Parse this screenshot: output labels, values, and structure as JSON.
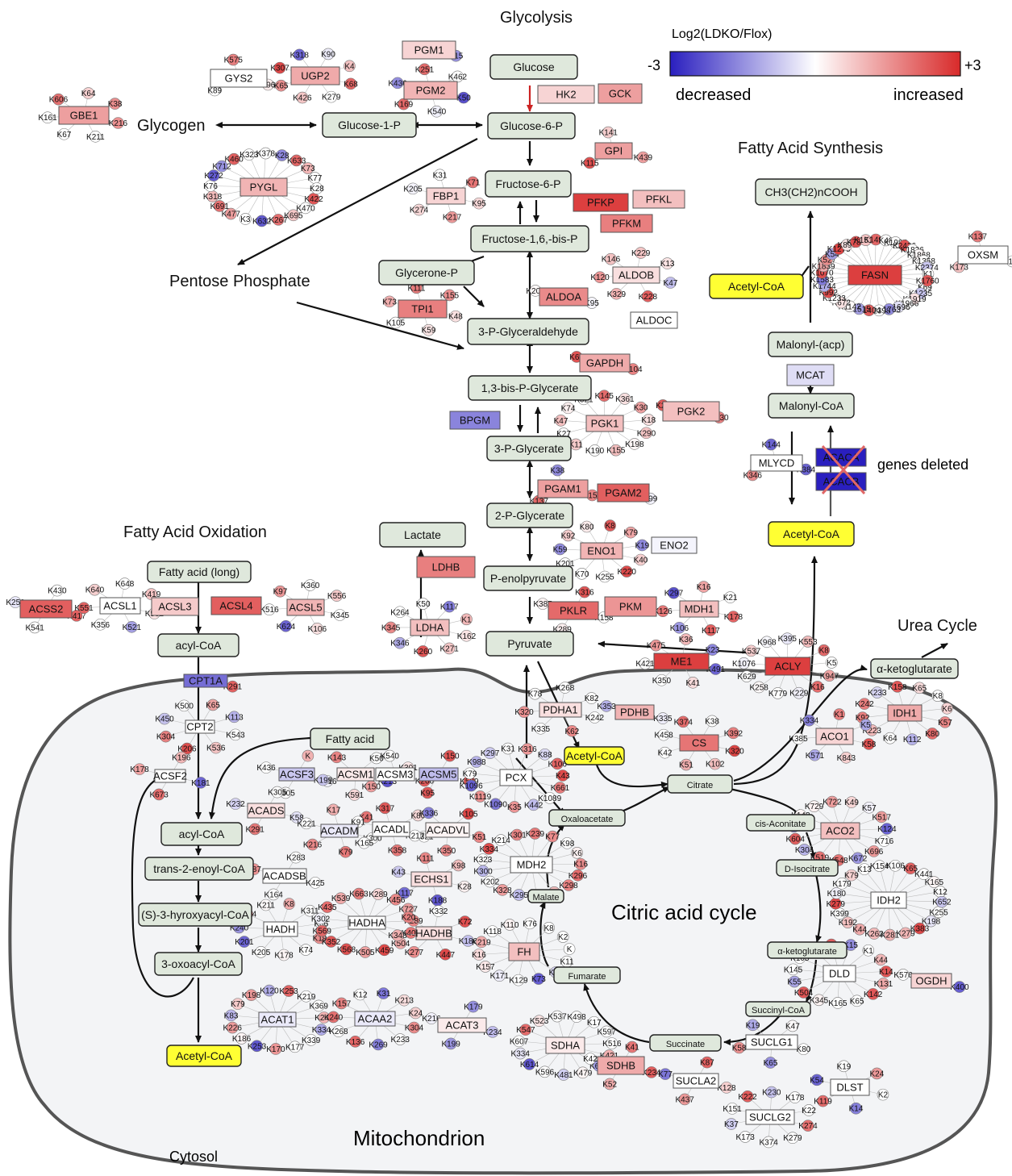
{
  "colors": {
    "decreased": "#2a1fbf",
    "neutral": "#ffffff",
    "increased": "#d82a2a",
    "metabolite": "#dfe8dc",
    "highlight": "#ffff33",
    "mito": "#f3f4f6"
  },
  "legend": {
    "title": "Log2(LDKO/Flox)",
    "min_label": "-3",
    "max_label": "+3",
    "low_text": "decreased",
    "high_text": "increased"
  },
  "sections": {
    "glycolysis": "Glycolysis",
    "glycogen": "Glycogen",
    "pentose": "Pentose Phosphate",
    "fas": "Fatty Acid Synthesis",
    "fao": "Fatty Acid Oxidation",
    "urea": "Urea Cycle",
    "tca": "Citric acid cycle",
    "mito": "Mitochondrion",
    "cytosol": "Cytosol",
    "deleted": "genes deleted"
  },
  "metabolites": {
    "glucose": "Glucose",
    "g6p": "Glucose-6-P",
    "g1p": "Glucose-1-P",
    "f6p": "Fructose-6-P",
    "f16bp": "Fructose-1,6,-bis-P",
    "glycerone": "Glycerone-P",
    "gap": "3-P-Glyceraldehyde",
    "bpg": "1,3-bis-P-Glycerate",
    "pg3": "3-P-Glycerate",
    "pg2": "2-P-Glycerate",
    "pep": "P-enolpyruvate",
    "pyruvate": "Pyruvate",
    "lactate": "Lactate",
    "fatty_acid_out": "CH3(CH2)nCOOH",
    "acetyl_coa_fas": "Acetyl-CoA",
    "malonyl_acp": "Malonyl-(acp)",
    "malonyl_coa": "Malonyl-CoA",
    "acetyl_coa_cyto": "Acetyl-CoA",
    "fatty_acid_long": "Fatty acid (long)",
    "acyl_coa_cyto": "acyl-CoA",
    "akg_cyto": "α-ketoglutarate",
    "fatty_acid_mito": "Fatty acid",
    "acyl_coa_mito": "acyl-CoA",
    "trans_enoyl": "trans-2-enoyl-CoA",
    "hydroxyacyl": "(S)-3-hyroxyacyl-CoA",
    "oxoacyl": "3-oxoacyl-CoA",
    "acetyl_coa_mito_fao": "Acetyl-CoA",
    "acetyl_coa_mito_tca": "Acetyl-CoA",
    "citrate": "Citrate",
    "oxaloacetate": "Oxaloacetate",
    "cis_aconitate": "cis-Aconitate",
    "d_isocitrate": "D-Isocitrate",
    "akg_mito": "α-ketoglutarate",
    "succinyl_coa": "Succinyl-CoA",
    "succinate": "Succinate",
    "fumarate": "Fumarate",
    "malate": "Malate"
  },
  "enzymes": [
    {
      "id": "hk2",
      "label": "HK2",
      "level": 0.2
    },
    {
      "id": "gck",
      "label": "GCK",
      "level": 0.45
    },
    {
      "id": "pgm1",
      "label": "PGM1",
      "level": 0.2
    },
    {
      "id": "pgm2",
      "label": "PGM2",
      "level": 0.35
    },
    {
      "id": "gys2",
      "label": "GYS2",
      "level": 0
    },
    {
      "id": "ugp2",
      "label": "UGP2",
      "level": 0.4
    },
    {
      "id": "gbe1",
      "label": "GBE1",
      "level": 0.45
    },
    {
      "id": "pygl",
      "label": "PYGL",
      "level": 0.35
    },
    {
      "id": "gpi",
      "label": "GPI",
      "level": 0.45
    },
    {
      "id": "fbp1",
      "label": "FBP1",
      "level": 0.2
    },
    {
      "id": "pfkp",
      "label": "PFKP",
      "level": 0.9
    },
    {
      "id": "pfkl",
      "label": "PFKL",
      "level": 0.3
    },
    {
      "id": "pfkm",
      "label": "PFKM",
      "level": 0.6
    },
    {
      "id": "aldob",
      "label": "ALDOB",
      "level": 0.15
    },
    {
      "id": "aldoa",
      "label": "ALDOA",
      "level": 0.55
    },
    {
      "id": "aldoc",
      "label": "ALDOC",
      "level": 0
    },
    {
      "id": "tpi1",
      "label": "TPI1",
      "level": 0.6
    },
    {
      "id": "gapdh",
      "label": "GAPDH",
      "level": 0.4
    },
    {
      "id": "bpgm",
      "label": "BPGM",
      "level": -0.55
    },
    {
      "id": "pgk1",
      "label": "PGK1",
      "level": 0.3
    },
    {
      "id": "pgk2",
      "label": "PGK2",
      "level": 0.3
    },
    {
      "id": "pgam1",
      "label": "PGAM1",
      "level": 0.45
    },
    {
      "id": "pgam2",
      "label": "PGAM2",
      "level": 0.75
    },
    {
      "id": "eno1",
      "label": "ENO1",
      "level": 0.35
    },
    {
      "id": "eno2",
      "label": "ENO2",
      "level": -0.05
    },
    {
      "id": "ldhb",
      "label": "LDHB",
      "level": 0.6
    },
    {
      "id": "ldha",
      "label": "LDHA",
      "level": 0.3
    },
    {
      "id": "pklr",
      "label": "PKLR",
      "level": 0.7
    },
    {
      "id": "pkm",
      "label": "PKM",
      "level": 0.5
    },
    {
      "id": "mdh1",
      "label": "MDH1",
      "level": 0.3
    },
    {
      "id": "me1",
      "label": "ME1",
      "level": 0.9
    },
    {
      "id": "acly",
      "label": "ACLY",
      "level": 0.9
    },
    {
      "id": "fasn",
      "label": "FASN",
      "level": 0.9
    },
    {
      "id": "oxsm",
      "label": "OXSM",
      "level": 0
    },
    {
      "id": "mcat",
      "label": "MCAT",
      "level": -0.15
    },
    {
      "id": "mlycd",
      "label": "MLYCD",
      "level": 0
    },
    {
      "id": "acaca",
      "label": "ACACA",
      "level": -1
    },
    {
      "id": "acacb",
      "label": "ACACB",
      "level": -1
    },
    {
      "id": "acss2",
      "label": "ACSS2",
      "level": 0.75
    },
    {
      "id": "acsl1",
      "label": "ACSL1",
      "level": 0
    },
    {
      "id": "acsl3",
      "label": "ACSL3",
      "level": 0.25
    },
    {
      "id": "acsl4",
      "label": "ACSL4",
      "level": 0.75
    },
    {
      "id": "acsl5",
      "label": "ACSL5",
      "level": 0.35
    },
    {
      "id": "cpt1a",
      "label": "CPT1A",
      "level": -0.65
    },
    {
      "id": "cpt2",
      "label": "CPT2",
      "level": 0
    },
    {
      "id": "acsf2",
      "label": "ACSF2",
      "level": 0
    },
    {
      "id": "acsf3",
      "label": "ACSF3",
      "level": -0.25
    },
    {
      "id": "acsm1",
      "label": "ACSM1",
      "level": 0.1
    },
    {
      "id": "acsm3",
      "label": "ACSM3",
      "level": 0
    },
    {
      "id": "acsm5",
      "label": "ACSM5",
      "level": -0.3
    },
    {
      "id": "acads",
      "label": "ACADS",
      "level": 0.15
    },
    {
      "id": "acadm",
      "label": "ACADM",
      "level": -0.1
    },
    {
      "id": "acadl",
      "label": "ACADL",
      "level": 0
    },
    {
      "id": "acadvl",
      "label": "ACADVL",
      "level": 0.05
    },
    {
      "id": "acadsb",
      "label": "ACADSB",
      "level": 0
    },
    {
      "id": "echs1",
      "label": "ECHS1",
      "level": 0.15
    },
    {
      "id": "hadh",
      "label": "HADH",
      "level": 0
    },
    {
      "id": "hadha",
      "label": "HADHA",
      "level": 0
    },
    {
      "id": "hadhb",
      "label": "HADHB",
      "level": 0.15
    },
    {
      "id": "acat1",
      "label": "ACAT1",
      "level": -0.1
    },
    {
      "id": "acaa2",
      "label": "ACAA2",
      "level": -0.1
    },
    {
      "id": "acat3",
      "label": "ACAT3",
      "level": 0.1
    },
    {
      "id": "pdha1",
      "label": "PDHA1",
      "level": 0.15
    },
    {
      "id": "pdhb",
      "label": "PDHB",
      "level": 0.35
    },
    {
      "id": "pcx",
      "label": "PCX",
      "level": 0
    },
    {
      "id": "cs",
      "label": "CS",
      "level": 0.65
    },
    {
      "id": "idh1",
      "label": "IDH1",
      "level": 0.4
    },
    {
      "id": "aco1",
      "label": "ACO1",
      "level": 0.2
    },
    {
      "id": "aco2",
      "label": "ACO2",
      "level": 0.3
    },
    {
      "id": "idh2",
      "label": "IDH2",
      "level": 0
    },
    {
      "id": "mdh2",
      "label": "MDH2",
      "level": 0
    },
    {
      "id": "fh",
      "label": "FH",
      "level": 0.3
    },
    {
      "id": "sdha",
      "label": "SDHA",
      "level": 0.1
    },
    {
      "id": "sdhb",
      "label": "SDHB",
      "level": 0.4
    },
    {
      "id": "sucla2",
      "label": "SUCLA2",
      "level": 0
    },
    {
      "id": "suclg1",
      "label": "SUCLG1",
      "level": 0
    },
    {
      "id": "suclg2",
      "label": "SUCLG2",
      "level": 0
    },
    {
      "id": "dld",
      "label": "DLD",
      "level": 0
    },
    {
      "id": "dlst",
      "label": "DLST",
      "level": 0
    },
    {
      "id": "ogdh",
      "label": "OGDH",
      "level": 0.2
    }
  ],
  "sites": {
    "pgm1": [
      "K15"
    ],
    "gys2": [
      "K96",
      "K89",
      "K575"
    ],
    "ugp2": [
      "K68",
      "K279",
      "K426",
      "K65",
      "K307",
      "K318",
      "K90",
      "K4"
    ],
    "pgm2": [
      "K50",
      "K540",
      "K169",
      "K436",
      "K251",
      "K462"
    ],
    "gbe1": [
      "K216",
      "K211",
      "K67",
      "K161",
      "K606",
      "K64",
      "K38"
    ],
    "pygl": [
      "K422",
      "K470",
      "K695",
      "K267",
      "K632",
      "K3",
      "K477",
      "K691",
      "K318",
      "K76",
      "K272",
      "K712",
      "K460",
      "K323",
      "K378",
      "K28",
      "K633",
      "K73",
      "K77",
      "K28"
    ],
    "gpi": [
      "K439",
      "K115",
      "K141"
    ],
    "fbp1": [
      "K95",
      "K217",
      "K274",
      "K205",
      "K31",
      "K71"
    ],
    "aldob": [
      "K47",
      "K228",
      "K329",
      "K120",
      "K146",
      "K229",
      "K13"
    ],
    "aldoa": [
      "K95",
      "K200"
    ],
    "tpi1": [
      "K48",
      "K59",
      "K105",
      "K73",
      "K111",
      "K155"
    ],
    "gapdh": [
      "K104",
      "K69"
    ],
    "pgk1": [
      "K290",
      "K198",
      "K155",
      "K190",
      "K11",
      "K27",
      "K47",
      "K74",
      "K321",
      "K145",
      "K361",
      "K30",
      "K18"
    ],
    "pgk2": [
      "K130",
      "K29"
    ],
    "pgam1": [
      "K156",
      "K137",
      "K38"
    ],
    "pgam2": [
      "K99"
    ],
    "eno1": [
      "K40",
      "K220",
      "K255",
      "K70",
      "K201",
      "K59",
      "K92",
      "K80",
      "K8",
      "K79",
      "K19"
    ],
    "ldha": [
      "K162",
      "K271",
      "K260",
      "K346",
      "K345",
      "K264",
      "K50",
      "K117",
      "K1"
    ],
    "pklr": [
      "K158",
      "K289",
      "K387",
      "K316"
    ],
    "mdh1": [
      "K178",
      "K117",
      "K106",
      "K126",
      "K297",
      "K16",
      "K21"
    ],
    "me1": [
      "K491",
      "K41",
      "K350",
      "K421",
      "K475",
      "K36",
      "K23"
    ],
    "acly": [
      "K947",
      "K16",
      "K229",
      "K779",
      "K258",
      "K629",
      "K1076",
      "K537",
      "K968",
      "K395",
      "K553",
      "K8",
      "K5"
    ],
    "fasn": [
      "K69",
      "K1235",
      "K1919",
      "K1966",
      "K1696",
      "K1763",
      "K2398",
      "K1404",
      "K1515",
      "K1142",
      "K672",
      "K1233",
      "K992",
      "K1744",
      "K1583",
      "K1070",
      "K1839",
      "K527",
      "K54",
      "K1275",
      "K896",
      "K785",
      "K1517",
      "K1490",
      "K48",
      "K1985",
      "K2426",
      "K1826",
      "K1868",
      "K1358",
      "K2374",
      "K1",
      "K1760"
    ],
    "oxsm": [
      "K108",
      "K173",
      "K137"
    ],
    "mlycd": [
      "K384",
      "K346",
      "K144"
    ],
    "acss2": [
      "K417",
      "K541",
      "K250",
      "K430"
    ],
    "acsl1": [
      "K532",
      "K521",
      "K356",
      "K551",
      "K640",
      "K648",
      "K419"
    ],
    "acsl5": [
      "K345",
      "K106",
      "K624",
      "K516",
      "K97",
      "K360",
      "K556"
    ],
    "cpt1a": [
      "K291"
    ],
    "cpt2": [
      "K543",
      "K536",
      "K206",
      "K304",
      "K450",
      "K500",
      "K65",
      "K113"
    ],
    "acsf2": [
      "K181",
      "K673",
      "K178",
      "K196"
    ],
    "acsf3": [
      "K416",
      "K305",
      "K436",
      "K"
    ],
    "acsm1": [
      "K213",
      "K591",
      "K199",
      "K143",
      "K50"
    ],
    "acsm3": [
      "K206",
      "K150",
      "K540"
    ],
    "acsm5": [
      "K539",
      "K95",
      "K301",
      "K150"
    ],
    "acads": [
      "K58",
      "K291",
      "K232",
      "K305"
    ],
    "acadm": [
      "K300",
      "K79",
      "K216",
      "K221",
      "K17",
      "K41"
    ],
    "acadl": [
      "K321",
      "K358",
      "K165",
      "K91",
      "K317",
      "K80"
    ],
    "acadvl": [
      "K51",
      "K350",
      "K217",
      "K336",
      "K105"
    ],
    "acadsb": [
      "K425",
      "K164",
      "K87",
      "K283"
    ],
    "echs1": [
      "K28",
      "K188",
      "K117",
      "K43",
      "K111",
      "K98"
    ],
    "hadh": [
      "K19",
      "K74",
      "K178",
      "K205",
      "K201",
      "K240",
      "K184",
      "K211",
      "K8",
      "K311",
      "K86"
    ],
    "hadha": [
      "K405",
      "K504",
      "K459",
      "K505",
      "K568",
      "K352",
      "K569",
      "K302",
      "K435",
      "K539",
      "K663",
      "K289",
      "K456",
      "K727",
      "K289"
    ],
    "hadhb": [
      "K186",
      "K447",
      "K277",
      "K348",
      "K20",
      "K332",
      "K72"
    ],
    "acat1": [
      "K334",
      "K339",
      "K177",
      "K170",
      "K253",
      "K186",
      "K226",
      "K83",
      "K79",
      "K198",
      "K120",
      "K253",
      "K219",
      "K369",
      "K241"
    ],
    "acaa2": [
      "K304",
      "K233",
      "K269",
      "K136",
      "K268",
      "K240",
      "K157",
      "K12",
      "K31",
      "K213",
      "K24"
    ],
    "acat3": [
      "K234",
      "K199",
      "K216",
      "K179"
    ],
    "pdha1": [
      "K242",
      "K62",
      "K335",
      "K320",
      "K78",
      "K268",
      "K82"
    ],
    "pdhb": [
      "K335",
      "K353"
    ],
    "pcx": [
      "K661",
      "K1089",
      "K442",
      "K35",
      "K1090",
      "K1119",
      "K1096",
      "K79",
      "K988",
      "K297",
      "K31",
      "K316",
      "K88",
      "K106",
      "K43"
    ],
    "cs": [
      "K320",
      "K102",
      "K51",
      "K42",
      "K458",
      "K374",
      "K38",
      "K392"
    ],
    "idh1": [
      "K57",
      "K80",
      "K112",
      "K64",
      "K223",
      "K92",
      "K242",
      "K233",
      "K158",
      "K65",
      "K8",
      "K6"
    ],
    "aco1": [
      "K58",
      "K843",
      "K571",
      "K385",
      "K334",
      "K1",
      "K5"
    ],
    "aco2": [
      "K716",
      "K696",
      "K672",
      "K548",
      "K519",
      "K304",
      "K604",
      "K731",
      "K143",
      "K729",
      "K722",
      "K49",
      "K57",
      "K517",
      "K124"
    ],
    "idh2": [
      "K255",
      "K198",
      "K383",
      "K279",
      "K281",
      "K262",
      "K44",
      "K192",
      "K399",
      "K279",
      "K180",
      "K179",
      "K79",
      "K13",
      "K154",
      "K106",
      "K65",
      "K441",
      "K165",
      "K12",
      "K652"
    ],
    "mdh2": [
      "K296",
      "K298",
      "K313",
      "K184",
      "K295",
      "K328",
      "K202",
      "K300",
      "K323",
      "K334",
      "K214",
      "K301",
      "K239",
      "K77",
      "K98",
      "K6",
      "K16"
    ],
    "fh": [
      "K11",
      "K36",
      "K73",
      "K129",
      "K171",
      "K157",
      "K16",
      "K219",
      "K118",
      "K110",
      "K76",
      "K8",
      "K2",
      "K"
    ],
    "sdha": [
      "K421",
      "K632",
      "K479",
      "K481",
      "K596",
      "K614",
      "K334",
      "K607",
      "K547",
      "K523",
      "K537",
      "K498",
      "K17",
      "K597",
      "K516"
    ],
    "sdhb": [
      "K234",
      "K52",
      "K42",
      "K41"
    ],
    "sucla2": [
      "K128",
      "K437",
      "K77",
      "K87"
    ],
    "suclg1": [
      "K80",
      "K65",
      "K58",
      "K19",
      "K47"
    ],
    "suclg2": [
      "K274",
      "K279",
      "K374",
      "K173",
      "K37",
      "K151",
      "K222",
      "K230",
      "K178",
      "K22"
    ],
    "dld": [
      "K131",
      "K142",
      "K65",
      "K165",
      "K345",
      "K504",
      "K55",
      "K145",
      "K105",
      "K124",
      "K419",
      "K15",
      "K1",
      "K44",
      "K14"
    ],
    "dlst": [
      "K2",
      "K14",
      "K119",
      "K54",
      "K19",
      "K24"
    ],
    "ogdh": [
      "K400",
      "K576"
    ]
  }
}
